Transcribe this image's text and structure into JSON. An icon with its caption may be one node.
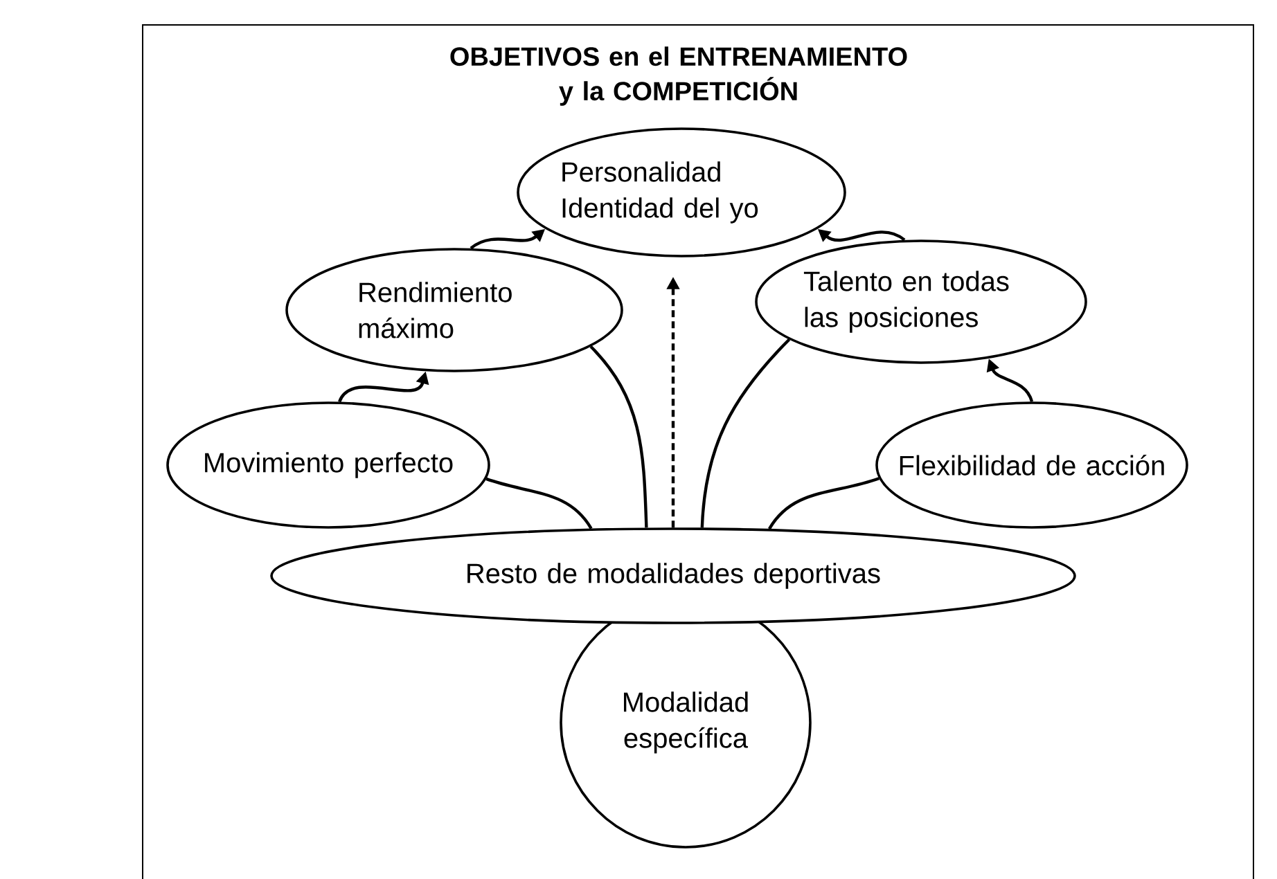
{
  "diagram": {
    "title": "OBJETIVOS en el ENTRENAMIENTO y la COMPETICIÓN",
    "nodes": [
      {
        "text": [
          "Personalidad Identidad del yo"
        ]
      },
      {
        "text": [
          "Rendimiento máximo"
        ]
      },
      {
        "text": [
          "Talento en todas las posiciones"
        ]
      },
      {
        "text": [
          "Movimiento perfecto"
        ]
      },
      {
        "text": [
          "Flexibilidad de acción"
        ]
      },
      {
        "text": [
          "Resto de modalidades deportivas"
        ]
      },
      {
        "text": [
          "Modalidad específica"
        ]
      }
    ],
    "edges": [
      {
        "from": 3,
        "to": 1,
        "arrow": "to"
      },
      {
        "from": 1,
        "to": 0,
        "arrow": "to"
      },
      {
        "from": 4,
        "to": 2,
        "arrow": "to"
      },
      {
        "from": 2,
        "to": 0,
        "arrow": "to"
      },
      {
        "from": 5,
        "to": 0,
        "arrow": "to",
        "style": "dashed"
      },
      {
        "from": 5,
        "to": 3,
        "arrow": "none"
      },
      {
        "from": 5,
        "to": 1,
        "arrow": "none"
      },
      {
        "from": 5,
        "to": 2,
        "arrow": "none"
      },
      {
        "from": 5,
        "to": 4,
        "arrow": "none"
      }
    ]
  }
}
